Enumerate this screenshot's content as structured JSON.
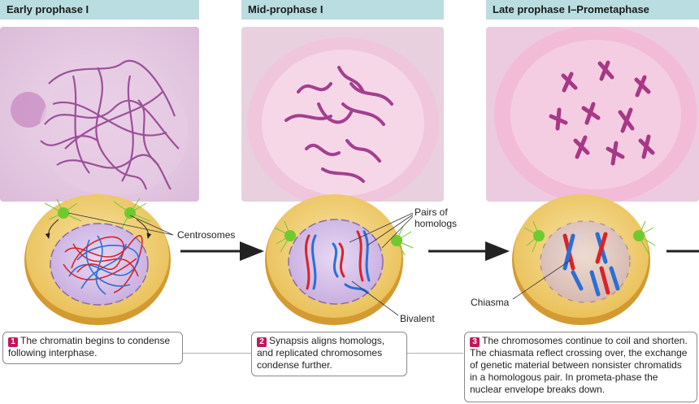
{
  "stages": [
    {
      "title": "Early prophase I",
      "step": "1",
      "caption": "The chromatin begins to condense following interphase."
    },
    {
      "title": "Mid-prophase I",
      "step": "2",
      "caption": "Synapsis aligns homologs, and replicated chromosomes condense further."
    },
    {
      "title": "Late prophase I–Prometaphase",
      "step": "3",
      "caption": "The chromosomes continue to coil and shorten. The chiasmata reflect crossing over, the exchange of genetic material between nonsister chromatids in a homologous pair. In prometa-phase the nuclear envelope breaks down."
    }
  ],
  "labels": {
    "centrosomes": "Centrosomes",
    "pairs_of_homologs": "Pairs of homologs",
    "bivalent": "Bivalent",
    "chiasma": "Chiasma"
  },
  "colors": {
    "header_bg": "#b9dde0",
    "badge": "#c2185b",
    "cell_fill": "#f3d57a",
    "nucleus_fill": "#d8c4ea",
    "chromosome_red": "#d8232a",
    "chromosome_blue": "#2a6fd6",
    "centrosome_green": "#6ecb2e"
  }
}
